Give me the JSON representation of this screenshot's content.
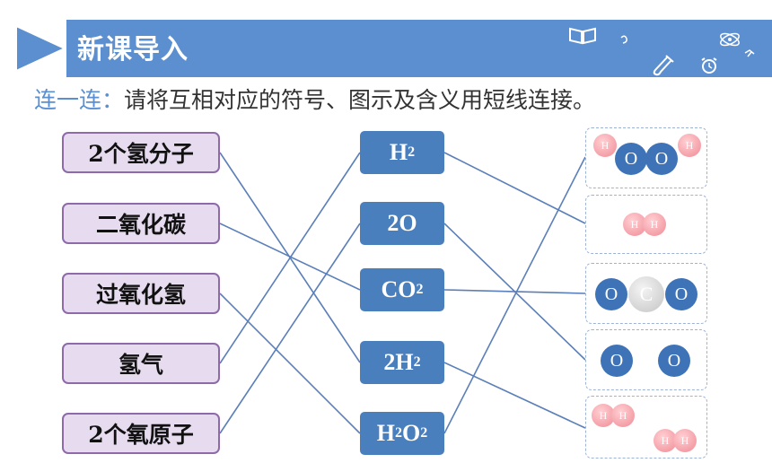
{
  "header": {
    "title": "新课导入"
  },
  "instruction": {
    "prefix": "连一连：",
    "text": "请将互相对应的符号、图示及含义用短线连接。"
  },
  "left_items": [
    "2个氢分子",
    "二氧化碳",
    "过氧化氢",
    "氢气",
    "2个氧原子"
  ],
  "symbols": [
    {
      "base": "H",
      "sub": "2",
      "tail": "",
      "tail_sub": ""
    },
    {
      "base": "2O",
      "sub": "",
      "tail": "",
      "tail_sub": ""
    },
    {
      "base": "CO",
      "sub": "2",
      "tail": "",
      "tail_sub": ""
    },
    {
      "base": "2H",
      "sub": "2",
      "tail": "",
      "tail_sub": ""
    },
    {
      "base": "H",
      "sub": "2",
      "tail": "O",
      "tail_sub": "2"
    }
  ],
  "models": [
    {
      "name": "H2O2 model",
      "atoms": [
        "H",
        "O",
        "O",
        "H"
      ]
    },
    {
      "name": "H2 model",
      "atoms": [
        "H",
        "H"
      ]
    },
    {
      "name": "CO2 model",
      "atoms": [
        "O",
        "C",
        "O"
      ]
    },
    {
      "name": "2O model",
      "atoms": [
        "O",
        "O"
      ]
    },
    {
      "name": "2H2 model",
      "atoms": [
        "H",
        "H",
        "H",
        "H"
      ]
    }
  ],
  "colors": {
    "header": "#5b8fd0",
    "left_fill": "#e7dcef",
    "left_border": "#8e6aa8",
    "symbol_fill": "#4a7fbd",
    "oxygen": "#3f73b8",
    "hydrogen": "#f08a94",
    "carbon": "#c4c4c4",
    "line": "#5b7fb8"
  },
  "icons": [
    "play-triangle-icon",
    "book-icon",
    "atom-icon",
    "test-tube-icon",
    "alarm-clock-icon"
  ]
}
